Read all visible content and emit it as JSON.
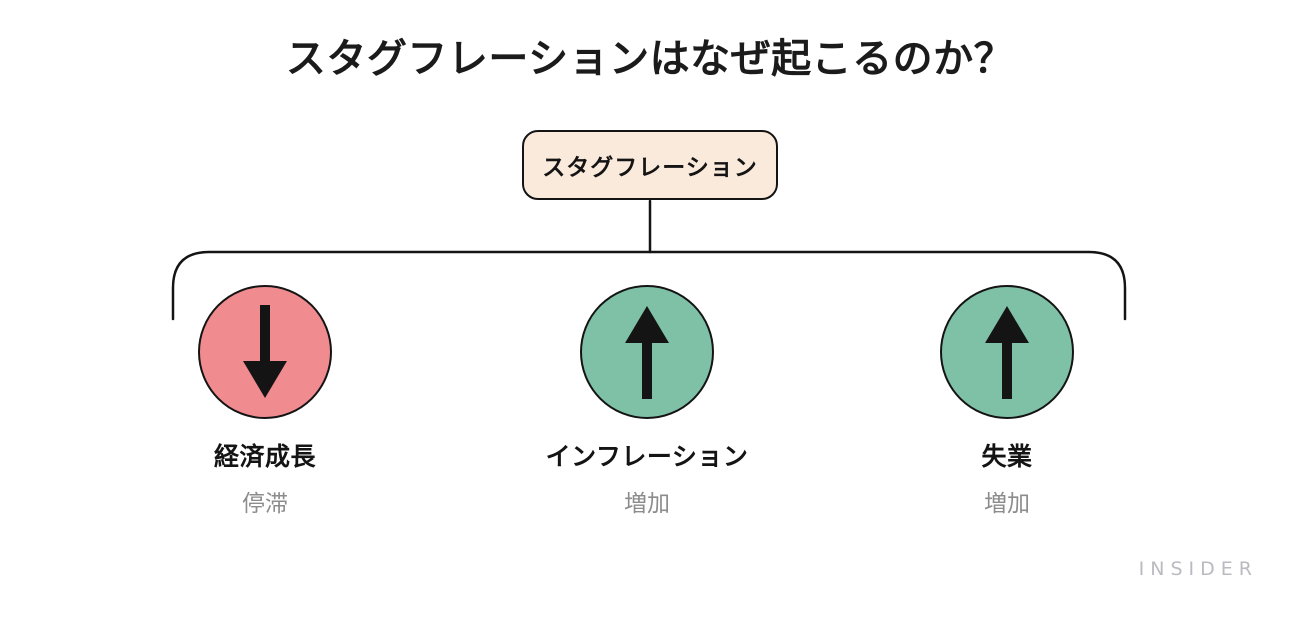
{
  "title": "スタグフレーションはなぜ起こるのか？",
  "diagram": {
    "root": {
      "label": "スタグフレーション"
    },
    "branches": [
      {
        "label": "経済成長",
        "status": "停滞",
        "direction": "down",
        "circle_color": "#F08B8F"
      },
      {
        "label": "インフレーション",
        "status": "増加",
        "direction": "up",
        "circle_color": "#7FC1A7"
      },
      {
        "label": "失業",
        "status": "増加",
        "direction": "up",
        "circle_color": "#7FC1A7"
      }
    ]
  },
  "colors": {
    "background": "#FFFFFF",
    "box_fill": "#FAEADB",
    "outline": "#141414",
    "branch_down": "#F08B8F",
    "branch_up": "#7FC1A7",
    "label_text": "#141414",
    "status_text": "#8C8C8C",
    "watermark_text": "#BABAC1"
  },
  "watermark": "INSIDER"
}
